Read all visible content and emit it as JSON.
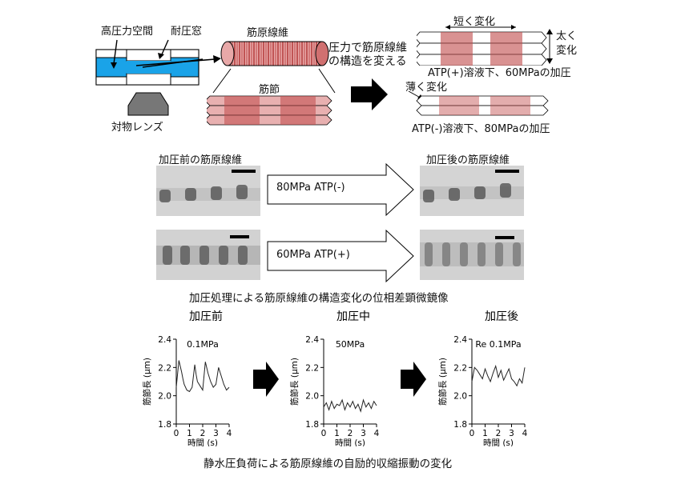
{
  "top": {
    "chamber_label": "高圧力空間",
    "window_label": "耐圧窓",
    "lens_label": "対物レンズ",
    "fiber_label": "筋原線維",
    "sarcomere_label": "筋節",
    "pressure_text_line1": "圧力で筋原線維",
    "pressure_text_line2": "の構造を変える",
    "short_change": "短く変化",
    "thick_change_line1": "太く",
    "thick_change_line2": "変化",
    "atp_plus_condition": "ATP(+)溶液下、60MPaの加圧",
    "thin_change": "薄く変化",
    "atp_minus_condition": "ATP(-)溶液下、80MPaの加圧"
  },
  "middle": {
    "before_label": "加圧前の筋原線維",
    "after_label": "加圧後の筋原線維",
    "row1_arrow": "80MPa  ATP(-)",
    "row2_arrow": "60MPa  ATP(+)",
    "caption": "加圧処理による筋原線維の構造変化の位相差顕微鏡像"
  },
  "bottom": {
    "caption": "静水圧負荷による筋原線維の自励的収縮振動の変化"
  },
  "colors": {
    "water": "#1aa3e8",
    "fiber_red": "#c0504d",
    "fiber_pink": "#f2b8b8"
  },
  "chart_data": [
    {
      "type": "line",
      "title": "加圧前",
      "annotation": "0.1MPa",
      "xlabel": "時間 (s)",
      "ylabel": "筋節長 (μm)",
      "xlim": [
        0,
        4
      ],
      "ylim": [
        1.8,
        2.4
      ],
      "xticks": [
        "0",
        "1",
        "2",
        "3",
        "4"
      ],
      "yticks": [
        "1.8",
        "2.0",
        "2.2",
        "2.4"
      ],
      "x": [
        0.0,
        0.2,
        0.4,
        0.5,
        0.6,
        0.8,
        1.0,
        1.2,
        1.4,
        1.5,
        1.6,
        1.8,
        2.0,
        2.2,
        2.4,
        2.6,
        2.8,
        3.0,
        3.2,
        3.4,
        3.6,
        3.8,
        4.0
      ],
      "y": [
        2.06,
        2.25,
        2.17,
        2.12,
        2.08,
        2.04,
        2.03,
        2.06,
        2.22,
        2.15,
        2.1,
        2.07,
        2.04,
        2.24,
        2.16,
        2.1,
        2.06,
        2.08,
        2.2,
        2.14,
        2.08,
        2.04,
        2.06
      ]
    },
    {
      "type": "line",
      "title": "加圧中",
      "annotation": "50MPa",
      "xlabel": "時間 (s)",
      "ylabel": "筋節長 (μm)",
      "xlim": [
        0,
        4
      ],
      "ylim": [
        1.8,
        2.4
      ],
      "xticks": [
        "0",
        "1",
        "2",
        "3",
        "4"
      ],
      "yticks": [
        "1.8",
        "2.0",
        "2.2",
        "2.4"
      ],
      "x": [
        0.0,
        0.2,
        0.4,
        0.6,
        0.8,
        1.0,
        1.2,
        1.4,
        1.6,
        1.8,
        2.0,
        2.2,
        2.4,
        2.6,
        2.8,
        3.0,
        3.2,
        3.4,
        3.6,
        3.8,
        4.0
      ],
      "y": [
        1.92,
        1.95,
        1.9,
        1.96,
        1.91,
        1.94,
        1.93,
        1.97,
        1.9,
        1.95,
        1.92,
        1.96,
        1.91,
        1.94,
        1.89,
        1.97,
        1.92,
        1.95,
        1.91,
        1.96,
        1.93
      ]
    },
    {
      "type": "line",
      "title": "加圧後",
      "annotation": "Re 0.1MPa",
      "xlabel": "時間 (s)",
      "ylabel": "筋節長 (μm)",
      "xlim": [
        0,
        4
      ],
      "ylim": [
        1.8,
        2.4
      ],
      "xticks": [
        "0",
        "1",
        "2",
        "3",
        "4"
      ],
      "yticks": [
        "1.8",
        "2.0",
        "2.2",
        "2.4"
      ],
      "x": [
        0.0,
        0.2,
        0.4,
        0.6,
        0.8,
        1.0,
        1.2,
        1.4,
        1.6,
        1.8,
        2.0,
        2.2,
        2.4,
        2.6,
        2.8,
        3.0,
        3.2,
        3.4,
        3.6,
        3.8,
        4.0
      ],
      "y": [
        2.1,
        2.2,
        2.18,
        2.15,
        2.12,
        2.19,
        2.14,
        2.1,
        2.16,
        2.21,
        2.13,
        2.18,
        2.11,
        2.15,
        2.19,
        2.12,
        2.1,
        2.07,
        2.12,
        2.09,
        2.2
      ]
    }
  ]
}
